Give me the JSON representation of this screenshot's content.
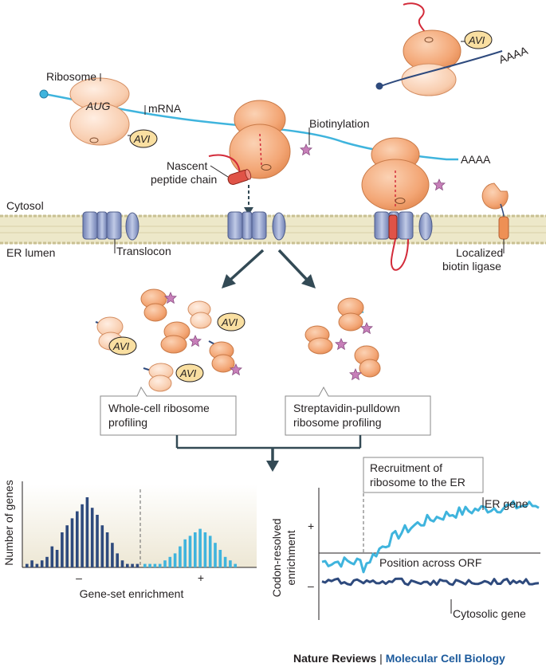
{
  "labels": {
    "ribosome": "Ribosome",
    "aug": "AUG",
    "mrna": "mRNA",
    "avi": "AVI",
    "biotinylation": "Biotinylation",
    "nascent_line1": "Nascent",
    "nascent_line2": "peptide chain",
    "aaaa": "AAAA",
    "cytosol": "Cytosol",
    "er_lumen": "ER lumen",
    "translocon": "Translocon",
    "ligase_line1": "Localized",
    "ligase_line2": "biotin ligase"
  },
  "boxes": {
    "whole_cell_line1": "Whole-cell ribosome",
    "whole_cell_line2": "profiling",
    "pulldown_line1": "Streptavidin-pulldown",
    "pulldown_line2": "ribosome profiling"
  },
  "histogram": {
    "ylabel": "Number of genes",
    "xlabel": "Gene-set enrichment",
    "minus": "–",
    "plus": "+",
    "left_values": [
      1,
      2,
      1,
      2,
      3,
      6,
      5,
      10,
      12,
      14,
      16,
      18,
      20,
      17,
      15,
      12,
      10,
      7,
      4,
      2,
      1,
      1,
      1
    ],
    "right_values": [
      1,
      1,
      1,
      1,
      2,
      3,
      4,
      6,
      8,
      9,
      10,
      11,
      10,
      9,
      7,
      5,
      3,
      2,
      1
    ],
    "left_color": "#2e4a7d",
    "right_color": "#3fb4dd"
  },
  "line_chart": {
    "ylabel_line1": "Codon-resolved",
    "ylabel_line2": "enrichment",
    "plus": "+",
    "minus": "–",
    "annotation_line1": "Recruitment of",
    "annotation_line2": "ribosome to the ER",
    "xlabel": "Position across ORF",
    "er_series_name": "ER gene",
    "cytosolic_series_name": "Cytosolic gene",
    "er_color": "#3fb4dd",
    "cytosolic_color": "#2e4a7d"
  },
  "footer": {
    "journal": "Nature Reviews",
    "separator": "|",
    "subjournal": "Molecular Cell Biology"
  },
  "colors": {
    "ribosome_orange": "#f3a675",
    "ribosome_light": "#fbd7bf",
    "mrna_blue": "#3fb4dd",
    "translocon": "#8f9fcc",
    "star": "#c77fb9",
    "membrane": "#d7d1a8"
  }
}
